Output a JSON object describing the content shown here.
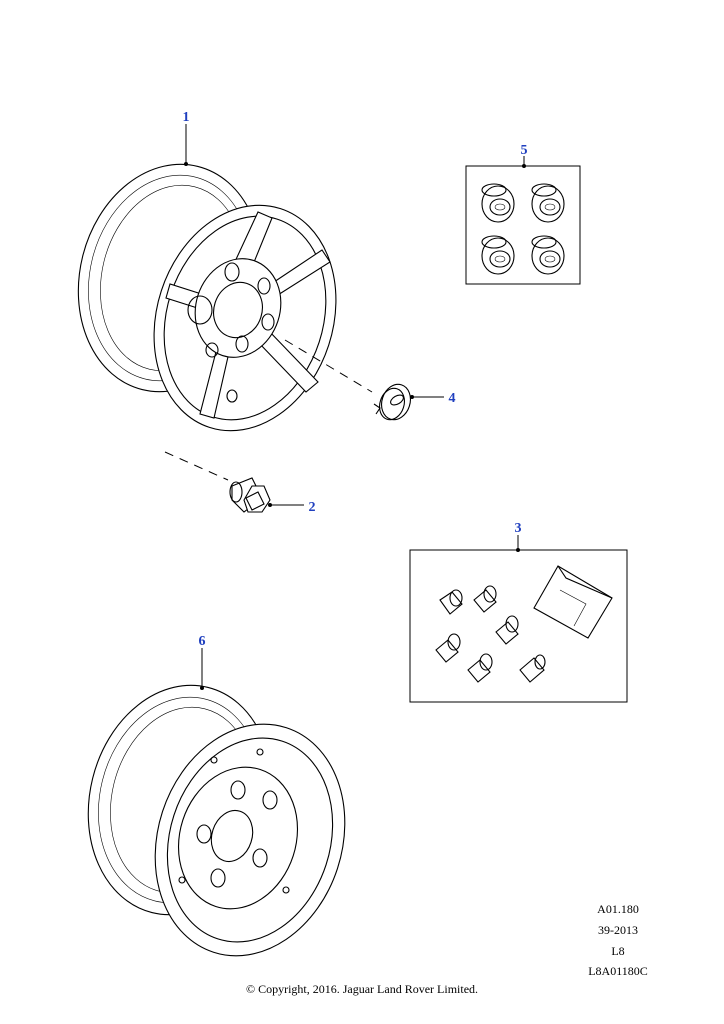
{
  "callouts": {
    "c1": "1",
    "c2": "2",
    "c3": "3",
    "c4": "4",
    "c5": "5",
    "c6": "6"
  },
  "reference": {
    "line1": "A01.180",
    "line2": "39-2013",
    "line3": "L8",
    "line4": "L8A01180C"
  },
  "copyright": "© Copyright, 2016. Jaguar Land Rover Limited.",
  "colors": {
    "callout": "#1f3fbf",
    "ink": "#000000"
  }
}
